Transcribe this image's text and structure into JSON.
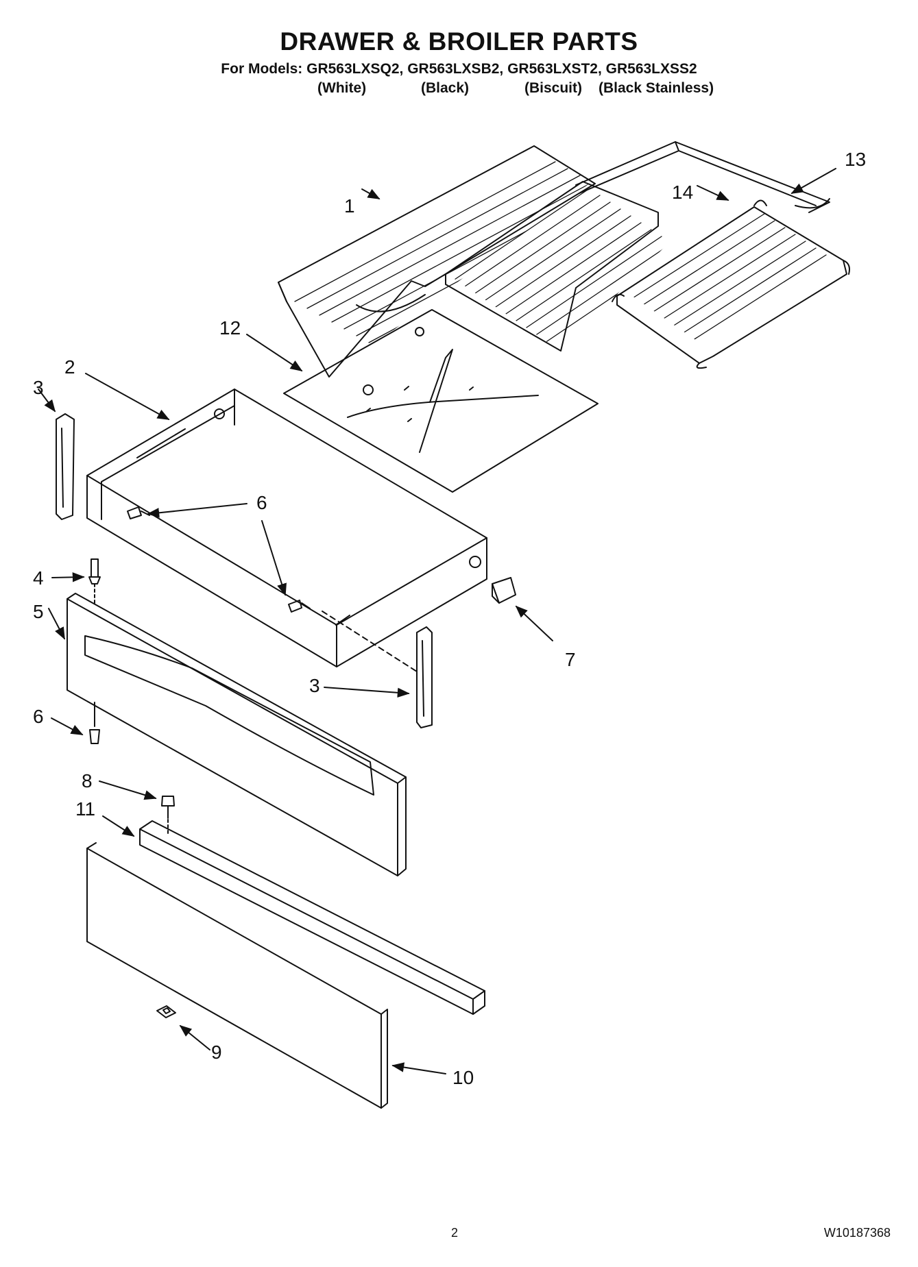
{
  "header": {
    "title": "DRAWER & BROILER PARTS",
    "models_line": "For Models: GR563LXSQ2, GR563LXSB2, GR563LXST2, GR563LXSS2",
    "variants": [
      "(White)",
      "(Black)",
      "(Biscuit)",
      "(Black Stainless)"
    ]
  },
  "callouts": [
    "1",
    "2",
    "3",
    "3",
    "4",
    "5",
    "6",
    "6",
    "6",
    "7",
    "8",
    "9",
    "10",
    "11",
    "12",
    "13",
    "14"
  ],
  "footer": {
    "page_number": "2",
    "document_number": "W10187368"
  }
}
